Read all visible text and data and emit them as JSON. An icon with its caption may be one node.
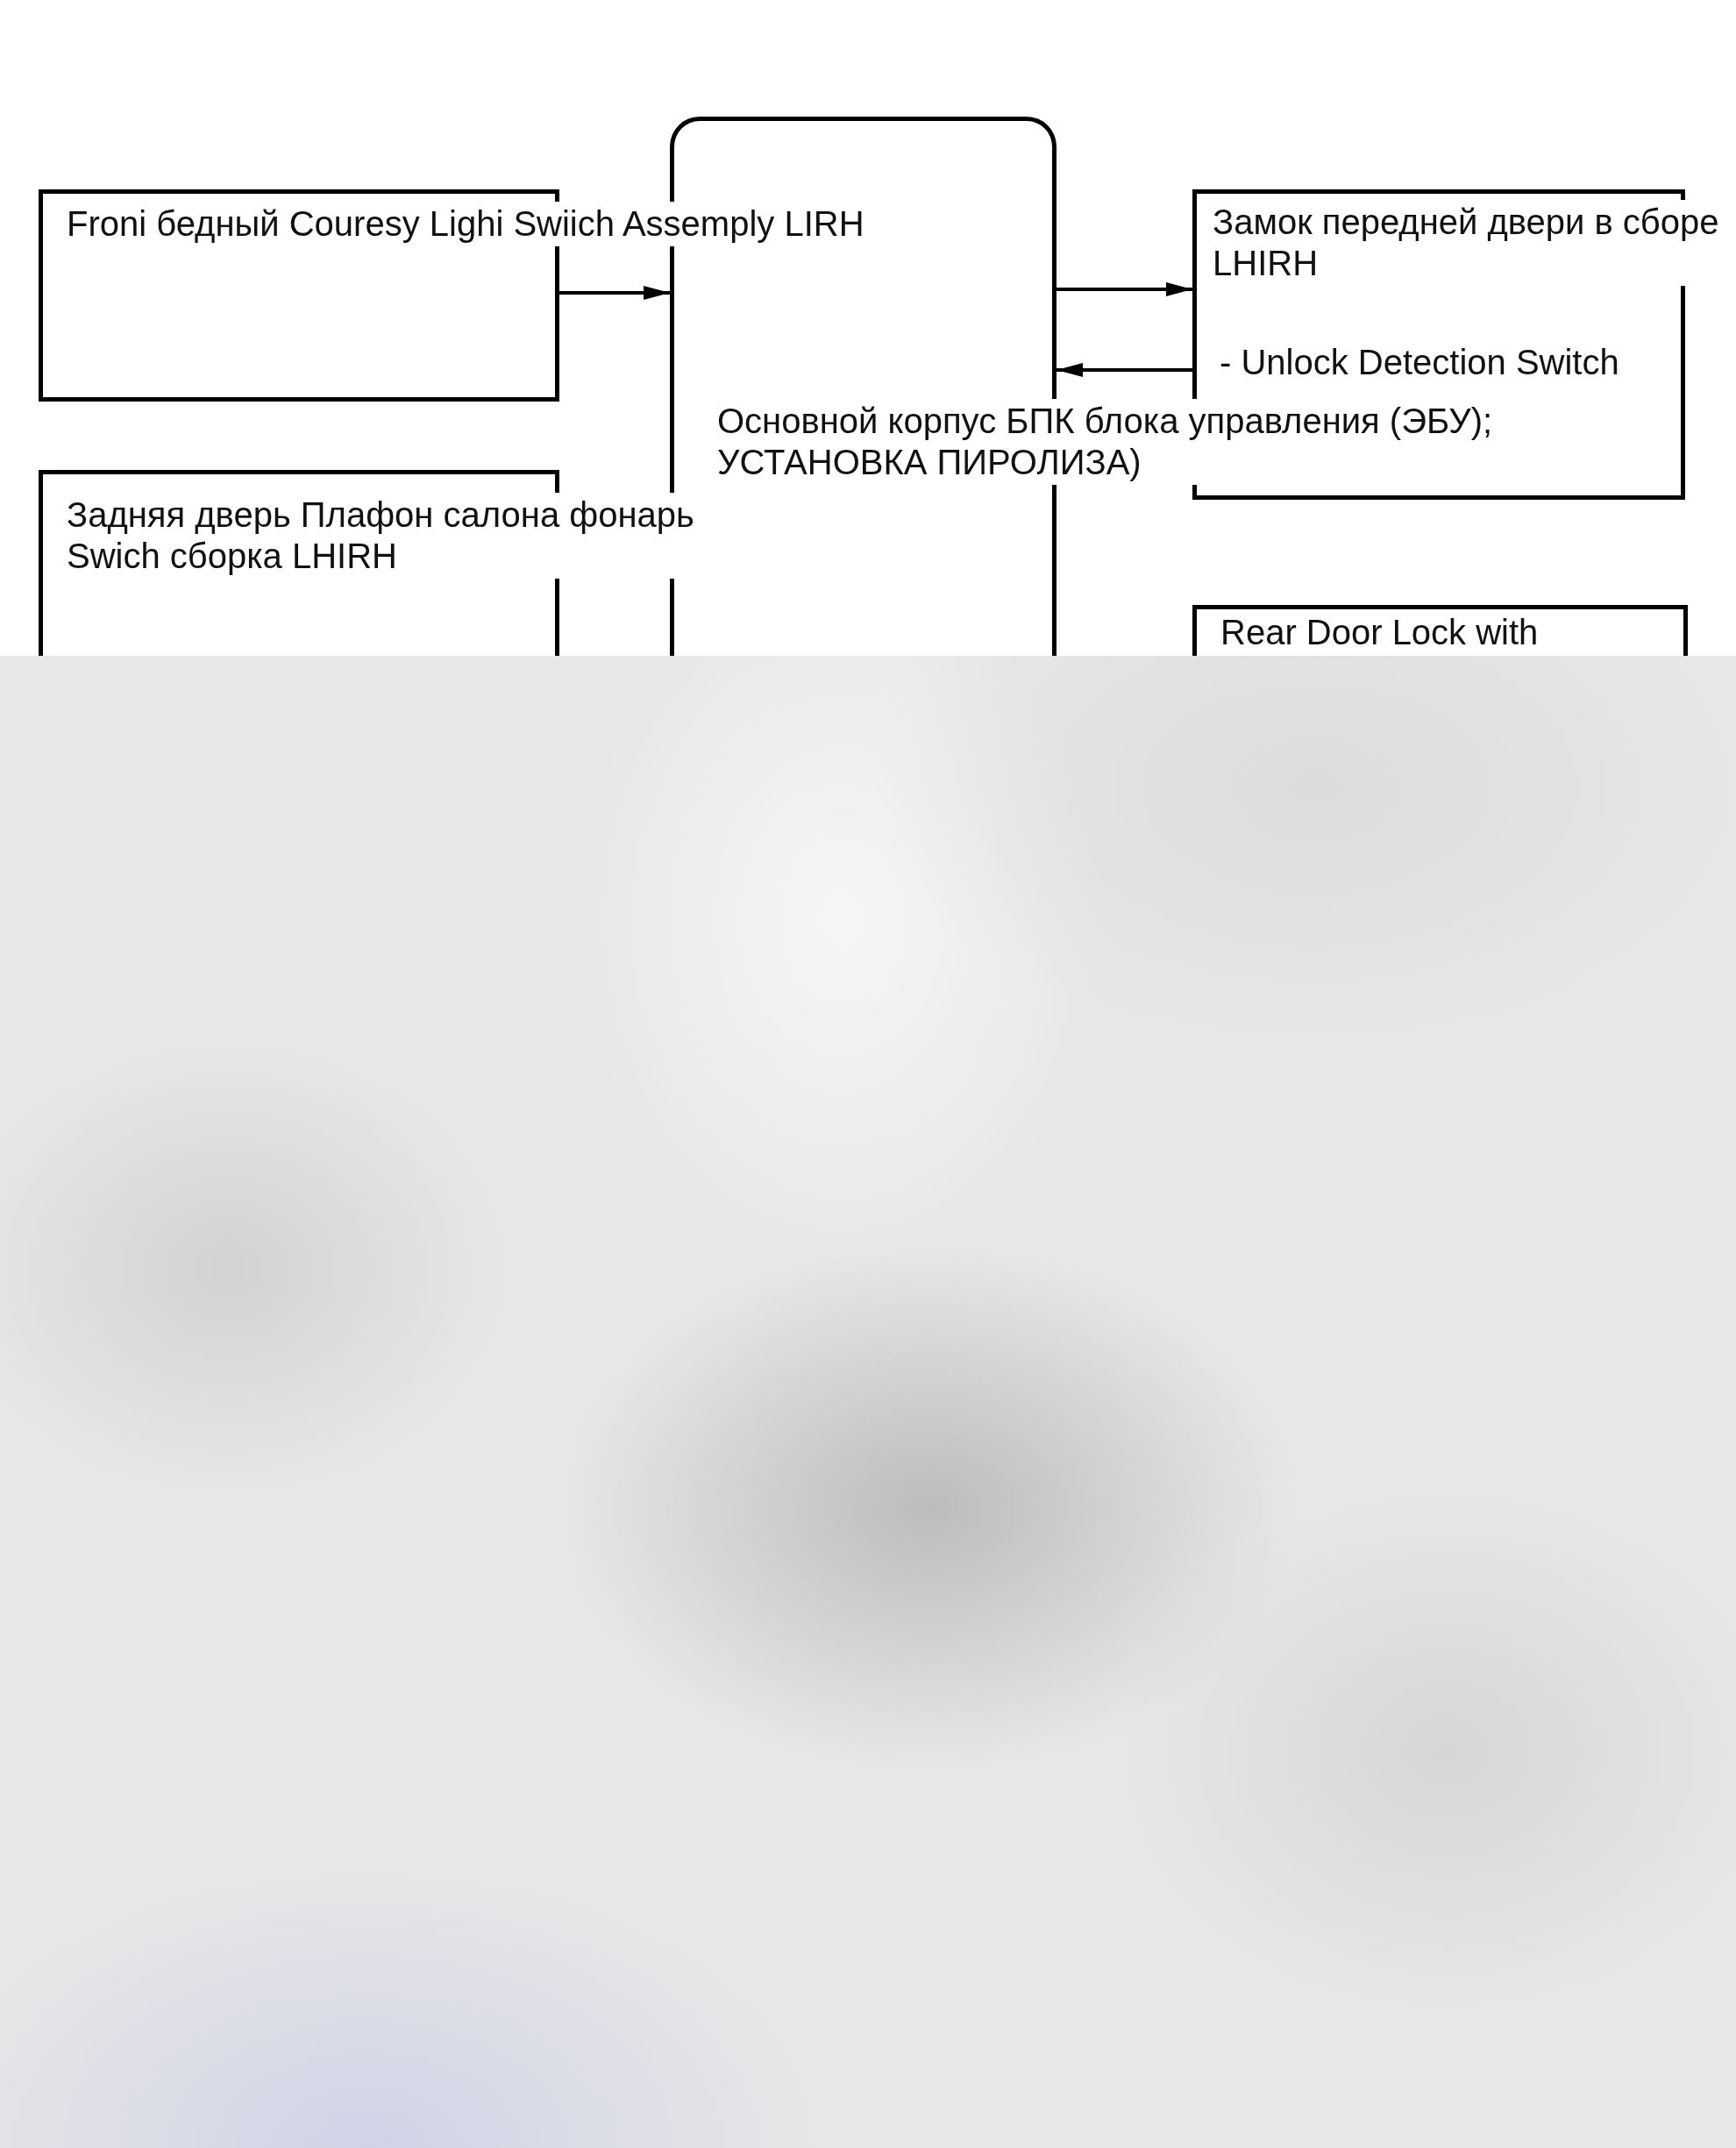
{
  "diagram": {
    "nodes": [
      {
        "text": [
          "Froni бедный Couresy Lighi Swiich Assemply LIRH"
        ]
      },
      {
        "text": [
          "Основной корпус БПК блока управления (ЭБУ); УСТАНОВКА ПИРОЛИЗА)"
        ]
      },
      {
        "text": [
          "Замок передней двери в сборе LHIRH",
          "- Unlock Detection Switch"
        ]
      },
      {
        "text": [
          "Задняя дверь Плафон салона фонарь Swich сборка LHIRH"
        ]
      },
      {
        "text": [
          "Rear Door Lock with"
        ]
      }
    ],
    "edges": [
      {
        "from": 0,
        "to": 1,
        "arrow": "to"
      },
      {
        "from": 1,
        "to": 2,
        "arrow": "to"
      },
      {
        "from": 2,
        "to": 1,
        "arrow": "to"
      }
    ]
  }
}
